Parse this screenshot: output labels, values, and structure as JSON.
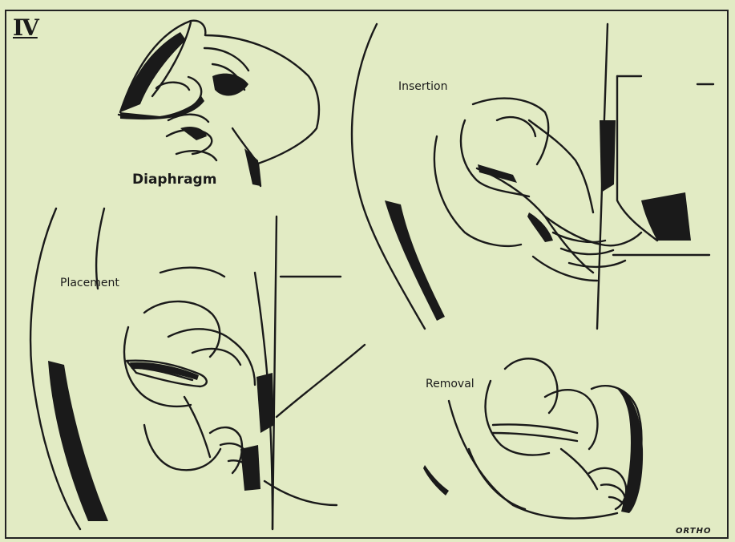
{
  "plate": {
    "number": "IV"
  },
  "title": "Diaphragm",
  "panels": {
    "insertion": {
      "label": "Insertion"
    },
    "placement": {
      "label": "Placement"
    },
    "removal": {
      "label": "Removal"
    }
  },
  "credit": "ORTHO",
  "colors": {
    "paper": "#e2ebc4",
    "ink": "#1a1a1a"
  }
}
